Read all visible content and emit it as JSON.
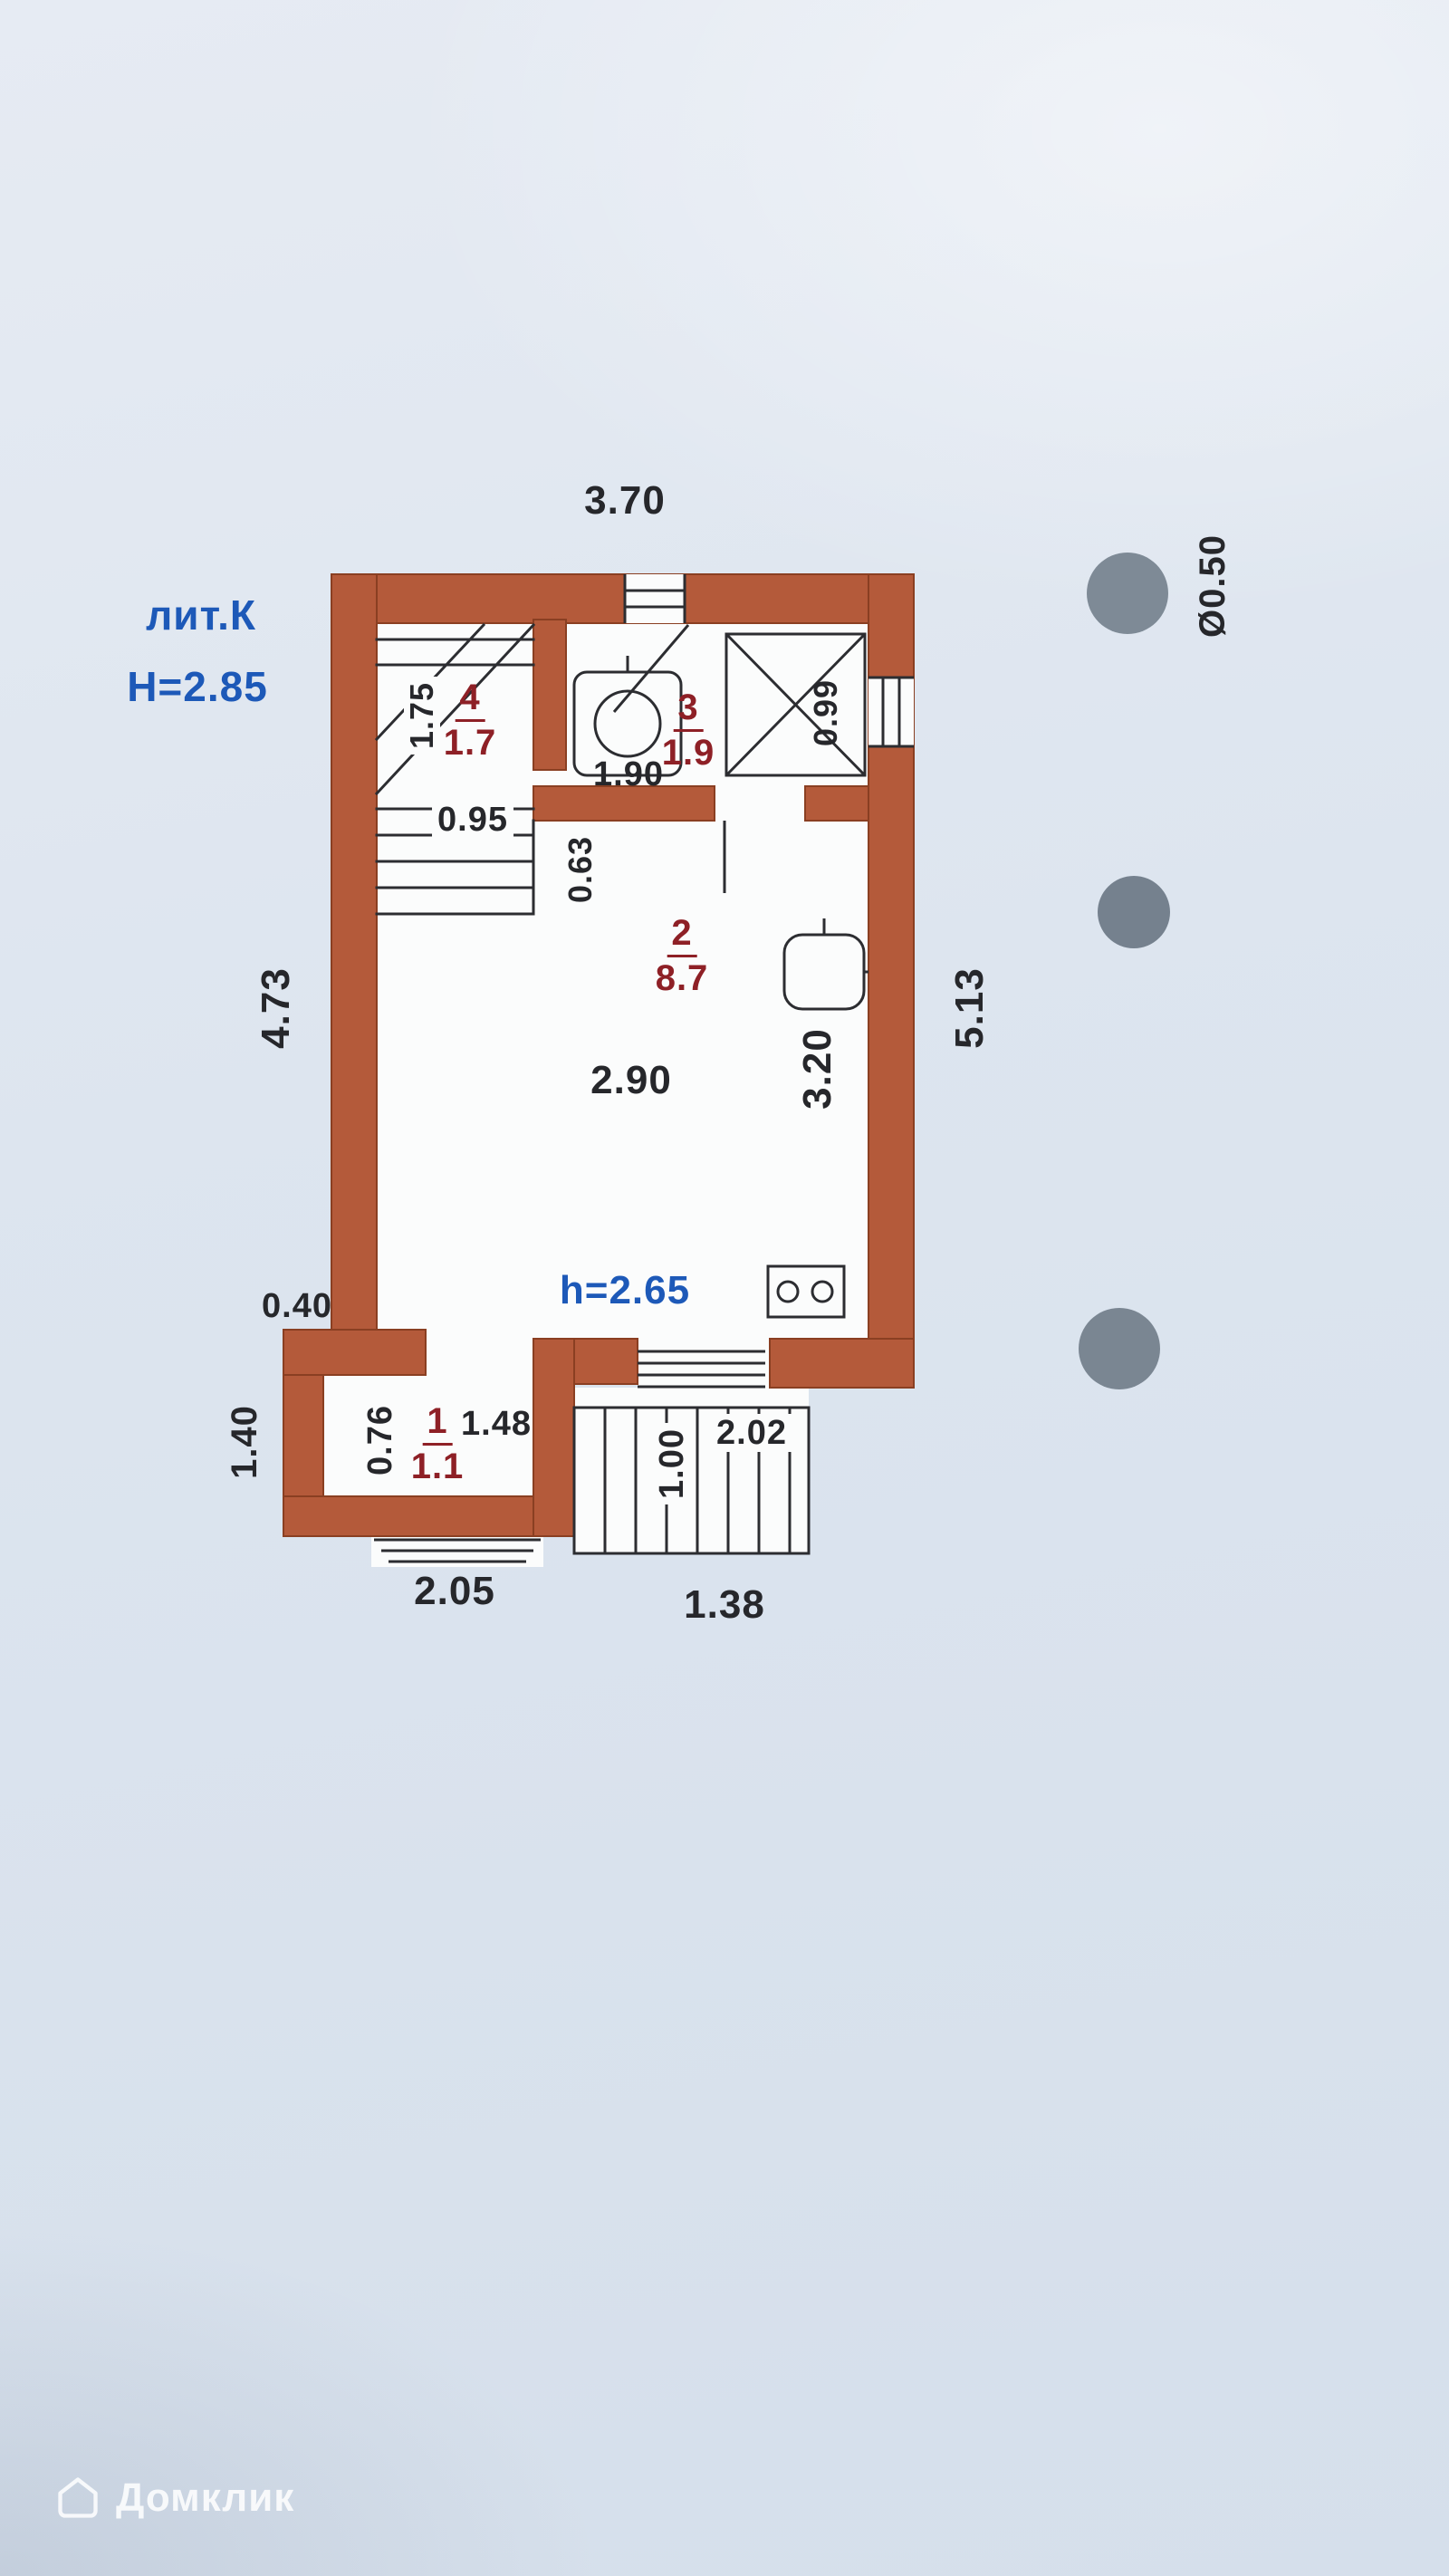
{
  "watermark": {
    "brand": "Домклик"
  },
  "plan": {
    "building_label": "лит.К",
    "building_height": "Н=2.85",
    "ceiling_height": "h=2.65",
    "hole_diameter": "Ø0.50",
    "rooms": {
      "r1": {
        "number": "1",
        "area": "1.1"
      },
      "r2": {
        "number": "2",
        "area": "8.7"
      },
      "r3": {
        "number": "3",
        "area": "1.9"
      },
      "r4": {
        "number": "4",
        "area": "1.7"
      }
    },
    "dims": {
      "top_width": "3.70",
      "left_height": "4.73",
      "right_height": "5.13",
      "room4_depth": "1.75",
      "stair_width": "0.95",
      "stair_offset": "0.63",
      "bath_width": "1.90",
      "shower_width": "0.99",
      "room2_width": "2.90",
      "room2_depth": "3.20",
      "ledge": "0.40",
      "annex_side": "1.40",
      "annex_depth": "0.76",
      "annex_width": "1.48",
      "steps_depth": "1.00",
      "steps_width": "2.02",
      "porch_width": "2.05",
      "steps_bottom_width": "1.38"
    },
    "colors": {
      "wall": "#b45a3a",
      "line": "#2c2d31",
      "dim_text": "#26272b",
      "blue_text": "#1d59b8",
      "room_text": "#8e2026",
      "hole": "#7b8693"
    }
  }
}
